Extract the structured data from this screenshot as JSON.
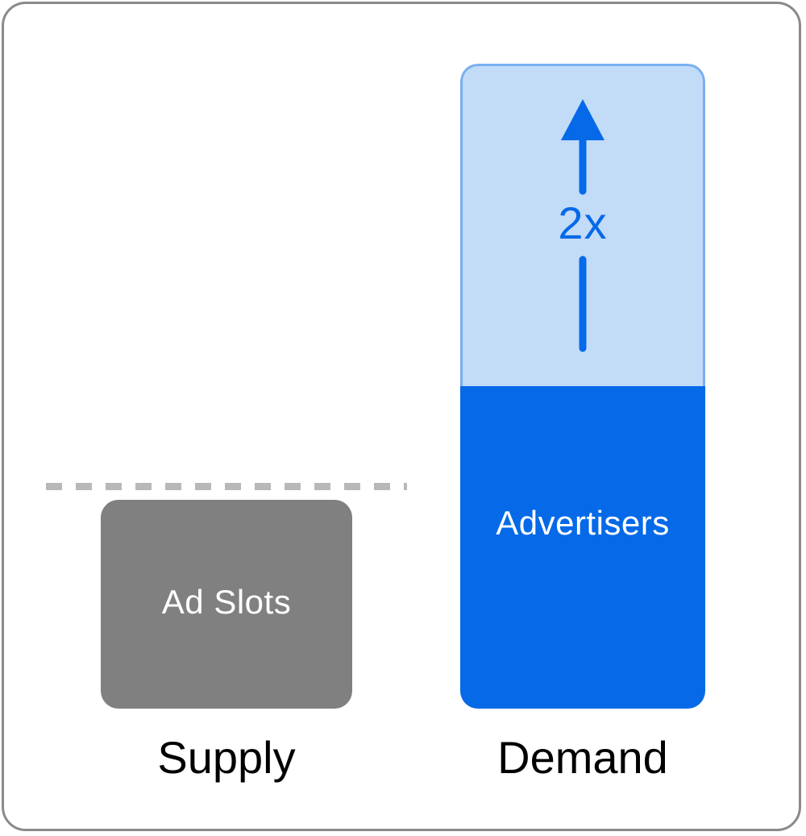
{
  "supply": {
    "box_label": "Ad Slots",
    "axis_label": "Supply",
    "color": "#808080"
  },
  "demand": {
    "box_label": "Advertisers",
    "axis_label": "Demand",
    "multiplier": "2x",
    "base_color": "#0569e8",
    "growth_color": "#c2dbf7"
  },
  "icons": {
    "growth_arrow": "up-arrow-icon"
  }
}
